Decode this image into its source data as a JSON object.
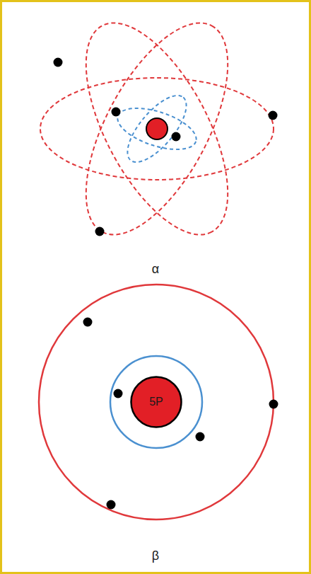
{
  "diagram": {
    "nodes": [
      {
        "text": [
          "5P"
        ]
      }
    ],
    "labels": [
      "α",
      "β"
    ]
  }
}
